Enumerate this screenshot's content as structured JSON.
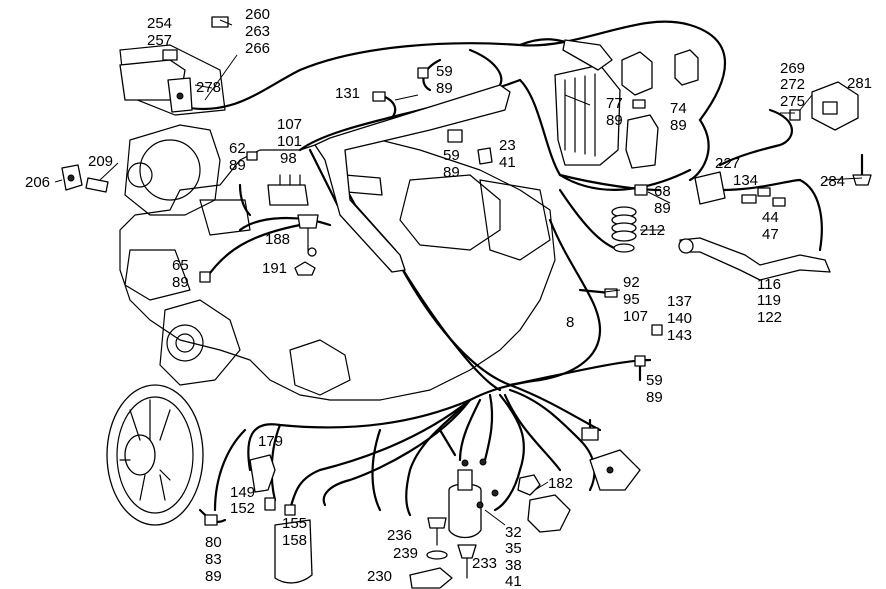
{
  "labels": {
    "l254": "254",
    "l257": "257",
    "l260": "260",
    "l263": "263",
    "l266": "266",
    "l278": "278",
    "l206": "206",
    "l209": "209",
    "l107a": "107",
    "l101": "101",
    "l98": "98",
    "l62": "62",
    "l89a": "89",
    "l131": "131",
    "l59a": "59",
    "l89b": "89",
    "l23": "23",
    "l41a": "41",
    "l59b": "59",
    "l89c": "89",
    "l77": "77",
    "l89d": "89",
    "l74": "74",
    "l89e": "89",
    "l269": "269",
    "l272": "272",
    "l275": "275",
    "l281": "281",
    "l227": "227",
    "l134": "134",
    "l284": "284",
    "l68": "68",
    "l89f": "89",
    "l44": "44",
    "l47": "47",
    "l212": "212",
    "l188": "188",
    "l191": "191",
    "l65": "65",
    "l89g": "89",
    "l92": "92",
    "l95": "95",
    "l107b": "107",
    "l137": "137",
    "l140": "140",
    "l143": "143",
    "l116": "116",
    "l119": "119",
    "l122": "122",
    "l8": "8",
    "l59c": "59",
    "l89h": "89",
    "l179": "179",
    "l149": "149",
    "l152": "152",
    "l155": "155",
    "l158": "158",
    "l80": "80",
    "l83": "83",
    "l89i": "89",
    "l182": "182",
    "l236": "236",
    "l239": "239",
    "l233": "233",
    "l230": "230",
    "l32": "32",
    "l35": "35",
    "l38": "38",
    "l41b": "41"
  },
  "icons": {
    "fan": "radiator-fan-icon",
    "coil": "ignition-coil-icon",
    "relay": "relay-icon",
    "sensor": "sensor-icon",
    "connector": "connector-icon",
    "bolt": "bolt-icon"
  }
}
